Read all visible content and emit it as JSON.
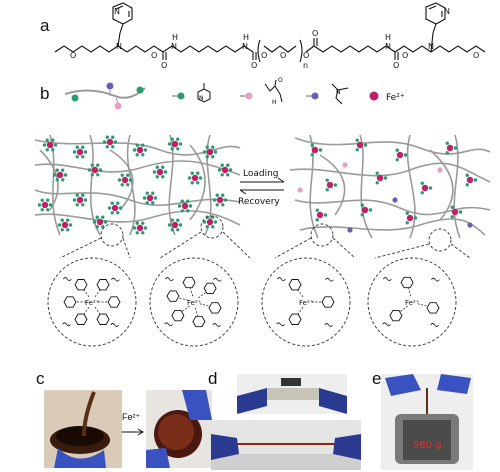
{
  "panels": {
    "a": "a",
    "b": "b",
    "c": "c",
    "d": "d",
    "e": "e"
  },
  "formula": {
    "n": "n",
    "O": "O",
    "H": "H",
    "N": "N"
  },
  "legend": {
    "fe": "Fe²⁺"
  },
  "arrows": {
    "loading": "Loading",
    "recovery": "Recovery"
  },
  "complex_labels": {
    "fe": "Fe²⁺",
    "n": "N",
    "h": "H",
    "o": "O"
  },
  "photos": {
    "c_arrow_label": "Fe²⁺",
    "e_weight_label": "980 g"
  },
  "colors": {
    "chain": "#9a9a9a",
    "iron": "#c0206a",
    "ligand": "#2a9c6c",
    "pyridine_node": "#6a5cb0",
    "amide_node": "#e6a0c8",
    "dashed": "#333333"
  }
}
